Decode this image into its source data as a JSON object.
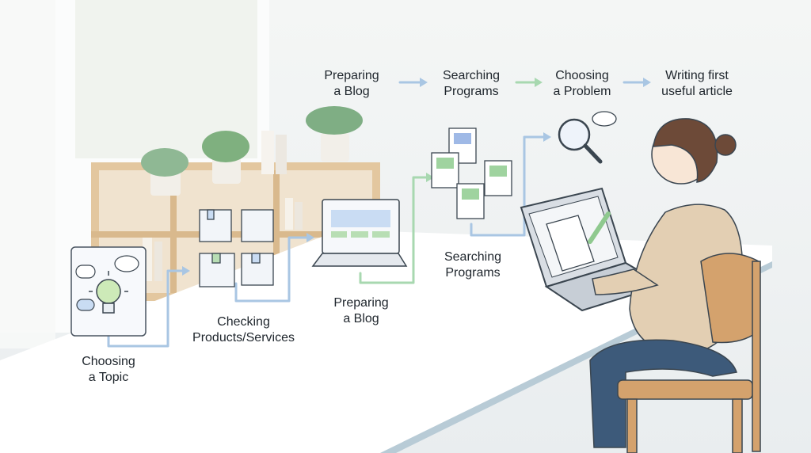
{
  "process_header": {
    "steps": [
      "Preparing\na Blog",
      "Searching\nPrograms",
      "Choosing\na Problem",
      "Writing first\nuseful article"
    ]
  },
  "process_path": {
    "steps": [
      "Choosing\na Topic",
      "Checking\nProducts/Services",
      "Preparing\na Blog",
      "Searching\nPrograms"
    ]
  },
  "colors": {
    "arrow_blue": "#a9c6e3",
    "arrow_green": "#a8d8b0",
    "accent_blue": "#9fb9e6",
    "accent_green": "#9fd39f",
    "shirt": "#e3cfb3",
    "jeans": "#3d5a7a",
    "chair": "#d4a26d"
  },
  "icons": [
    "lightbulb-icon",
    "speech-bubble-icon",
    "thought-cloud-icon",
    "box-icon",
    "laptop-icon",
    "document-icon",
    "magnifier-icon",
    "pen-icon"
  ]
}
